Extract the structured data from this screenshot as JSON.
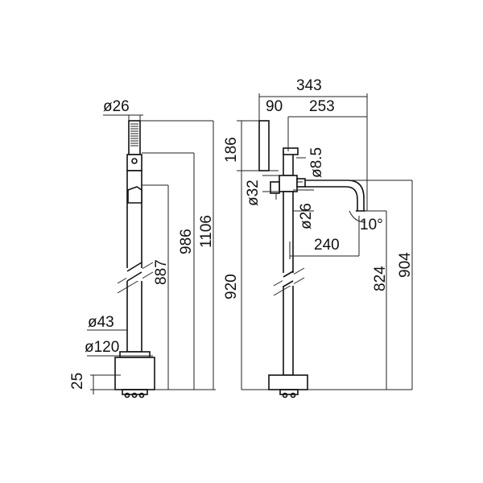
{
  "left_view": {
    "hose_diameter": "ø26",
    "height_186": "186",
    "height_1106": "1106",
    "height_986": "986",
    "height_887": "887",
    "height_920": "920",
    "pipe_diameter": "ø43",
    "base_diameter": "ø120",
    "base_height": "25"
  },
  "right_view": {
    "total_width": "343",
    "width_90": "90",
    "width_253": "253",
    "lever_diameter": "ø8.5",
    "body_diameter": "ø32",
    "spout_diameter": "ø26",
    "spout_angle": "10°",
    "spout_reach": "240",
    "height_824": "824",
    "height_904": "904"
  }
}
